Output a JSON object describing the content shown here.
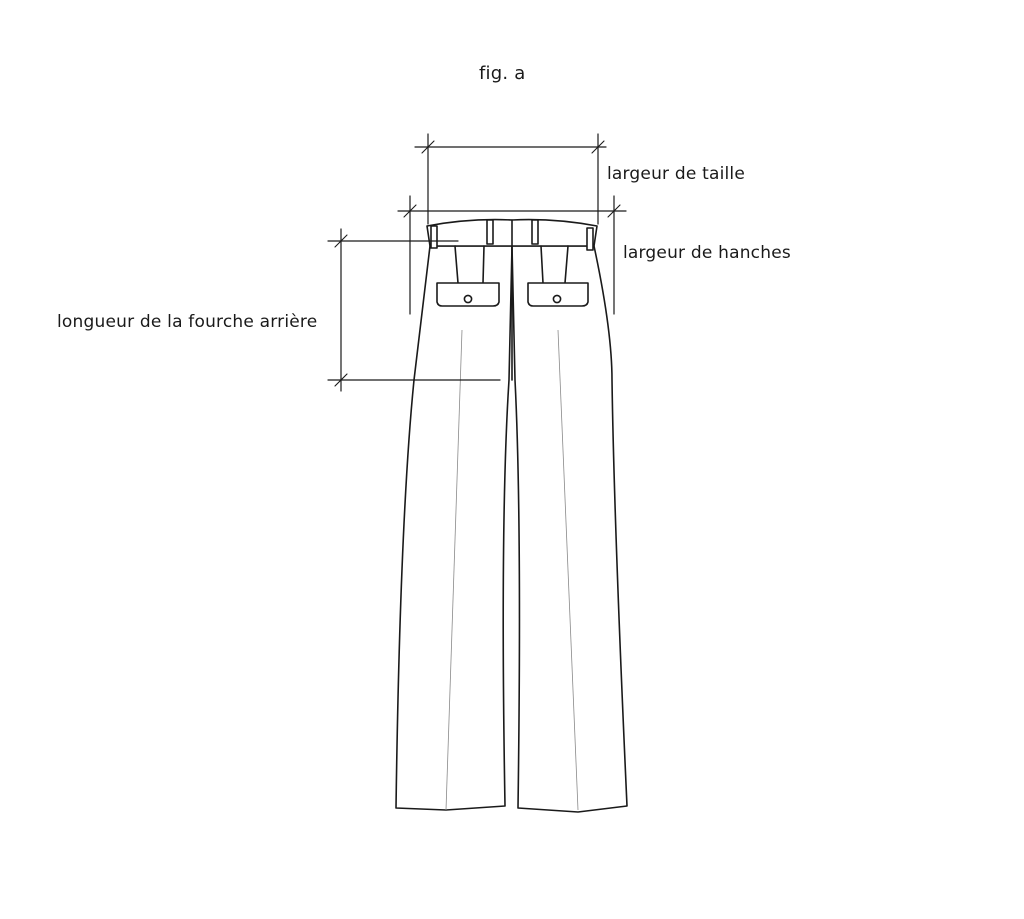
{
  "figure": {
    "title": "fig. a",
    "labels": {
      "waist_width": "largeur de taille",
      "hip_width": "largeur de hanches",
      "back_rise": "longueur de la fourche arrière"
    }
  },
  "colors": {
    "line": "#1a1a1a",
    "crease": "#8a8a8a",
    "background": "#ffffff"
  }
}
